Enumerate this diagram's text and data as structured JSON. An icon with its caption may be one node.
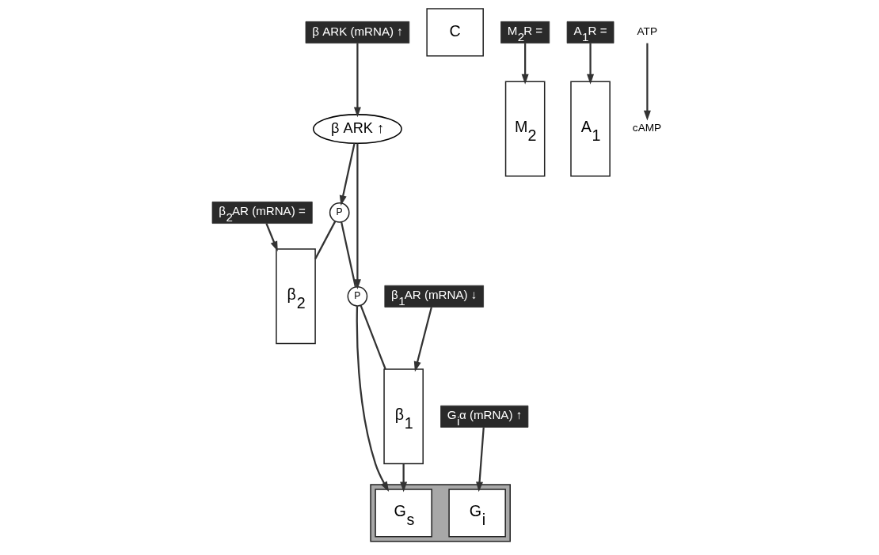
{
  "diagram": {
    "nodes": [
      {
        "text": [],
        "shape": "bar"
      },
      {
        "text": [
          "β$_{2}$"
        ]
      },
      {
        "text": [
          "β$_{1}$"
        ]
      },
      {
        "text": [
          "G$_{s}$"
        ],
        "in": 0
      },
      {
        "text": [
          "C"
        ]
      },
      {
        "text": [
          "G$_{i}$"
        ],
        "in": 0
      },
      {
        "text": [
          "M$_{2}$"
        ]
      },
      {
        "text": [
          "A$_{1}$"
        ]
      },
      {
        "text": [
          "P"
        ]
      },
      {
        "text": [
          "P"
        ]
      },
      {
        "text": [
          "β ARK ↑"
        ]
      },
      {
        "text": [
          "β$_{1}$AR (mRNA) ↓"
        ]
      },
      {
        "text": [
          "M$_{2}$R ="
        ]
      },
      {
        "text": [
          "A$_{1}$R ="
        ]
      },
      {
        "text": [
          "β$_{2}$AR (mRNA) ="
        ]
      },
      {
        "text": [
          "G$_{i}$α (mRNA) ↑"
        ]
      },
      {
        "text": [
          "β ARK (mRNA) ↑"
        ]
      },
      {
        "text": [
          "ATP"
        ]
      },
      {
        "text": [
          "cAMP"
        ]
      }
    ],
    "edges": [
      {
        "from": 11,
        "to": 2,
        "arrow": "to"
      },
      {
        "from": 12,
        "to": 6,
        "arrow": "to"
      },
      {
        "from": 13,
        "to": 7,
        "arrow": "to"
      },
      {
        "from": 14,
        "to": 1,
        "arrow": "to"
      },
      {
        "from": 15,
        "to": 5,
        "arrow": "to"
      },
      {
        "from": 16,
        "to": 10,
        "arrow": "to"
      },
      {
        "from": 10,
        "to": 9,
        "arrow": "to"
      },
      {
        "from": 10,
        "to": 8,
        "arrow": "to"
      },
      {
        "from": 2,
        "to": 3,
        "arrow": "to"
      },
      {
        "from": 8,
        "to": 3,
        "arrow": "to"
      },
      {
        "from": 8,
        "to": 2,
        "arrow": "none"
      },
      {
        "from": 9,
        "to": 1,
        "arrow": "none"
      },
      {
        "from": 9,
        "to": 8,
        "arrow": "none"
      },
      {
        "from": 17,
        "to": 18,
        "arrow": "to"
      }
    ]
  }
}
